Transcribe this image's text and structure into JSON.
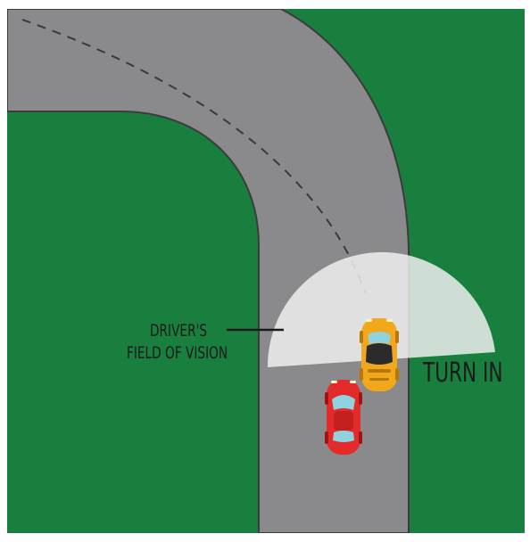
{
  "colors": {
    "grass": "#187f3f",
    "road": "#8a8a8c",
    "road_edge": "#3c3c3c",
    "center_line": "#3a3a3a",
    "vision_cone": "#eeeeee",
    "car_red": "#e32b2b",
    "car_yellow": "#f2a81d",
    "glass": "#8fd3e0",
    "label_text": "#1a1a1a"
  },
  "labels": {
    "field_of_vision_line1": "DRIVER'S",
    "field_of_vision_line2": "FIELD OF VISION",
    "turn_in": "TURN IN"
  },
  "icons": {
    "red_car": "car-top-view-icon",
    "yellow_car": "car-top-view-icon"
  }
}
